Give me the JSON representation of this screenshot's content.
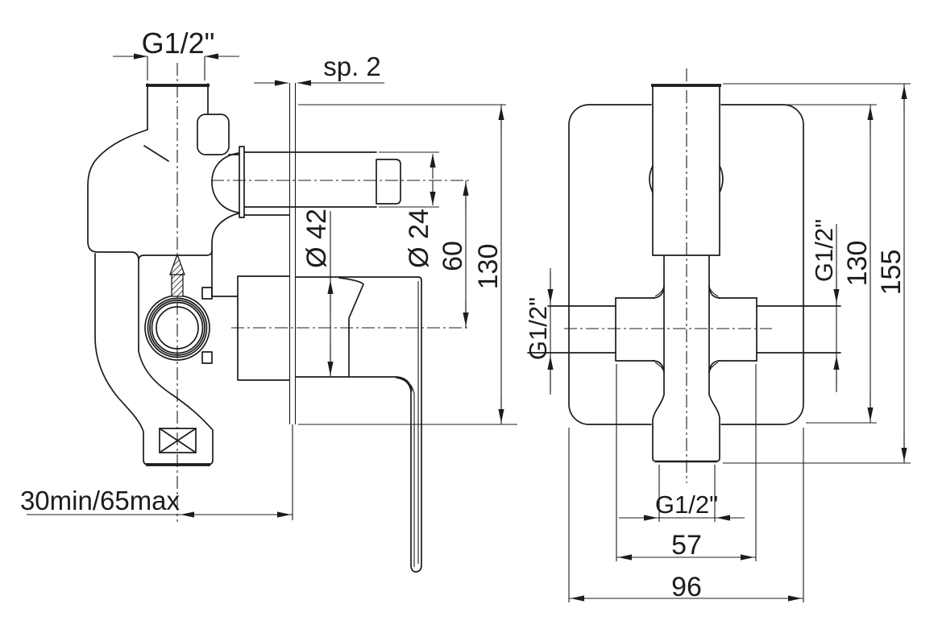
{
  "drawing": {
    "kind": "technical drawing - concealed shower mixer valve, two orthographic views",
    "background_color": "#ffffff",
    "line_color": "#1c1c1c",
    "left_view": {
      "description": "side section view with handle lever",
      "labels": {
        "inlet_thread": "G1/2\"",
        "plate_thickness": "sp. 2",
        "sleeve_diameter": "Ø 42",
        "spout_diameter": "Ø 24",
        "spout_offset": "60",
        "plate_height": "130",
        "install_depth": "30min/65max"
      }
    },
    "right_view": {
      "description": "front view with cover plate",
      "labels": {
        "left_port_thread": "G1/2\"",
        "right_port_thread": "G1/2\"",
        "plate_height": "130",
        "overall_height": "155",
        "bottom_port_thread": "G1/2\"",
        "port_spacing": "57",
        "plate_width": "96"
      }
    }
  }
}
